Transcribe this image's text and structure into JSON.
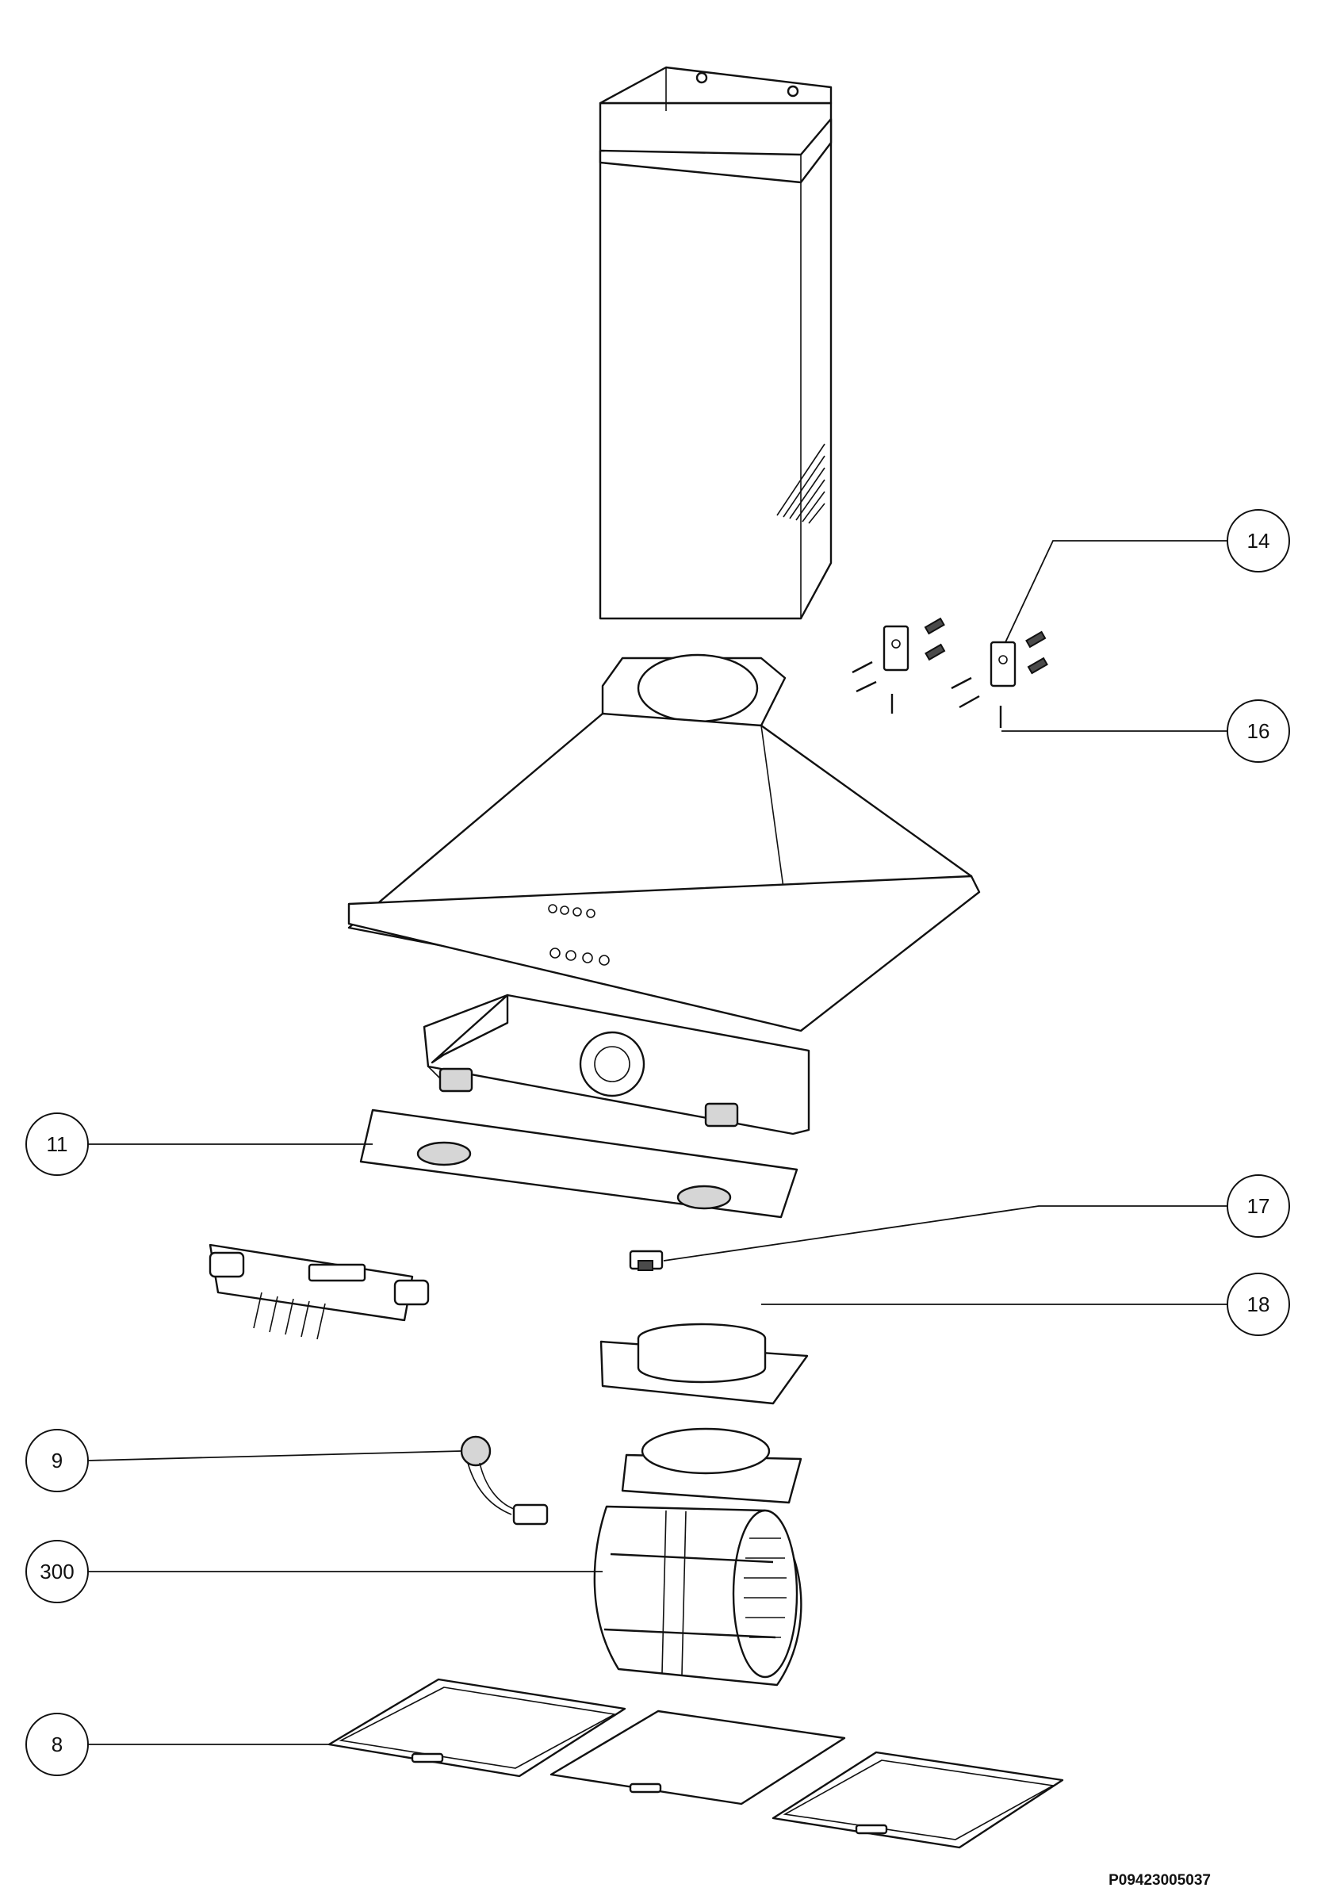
{
  "callouts": [
    {
      "id": "c14",
      "label": "14"
    },
    {
      "id": "c16",
      "label": "16"
    },
    {
      "id": "c11",
      "label": "11"
    },
    {
      "id": "c17",
      "label": "17"
    },
    {
      "id": "c18",
      "label": "18"
    },
    {
      "id": "c9",
      "label": "9"
    },
    {
      "id": "c300",
      "label": "300"
    },
    {
      "id": "c8",
      "label": "8"
    }
  ],
  "document_number": "P09423005037",
  "colors": {
    "line": "#111111",
    "background": "#ffffff",
    "shading": "#d6d6d6"
  }
}
